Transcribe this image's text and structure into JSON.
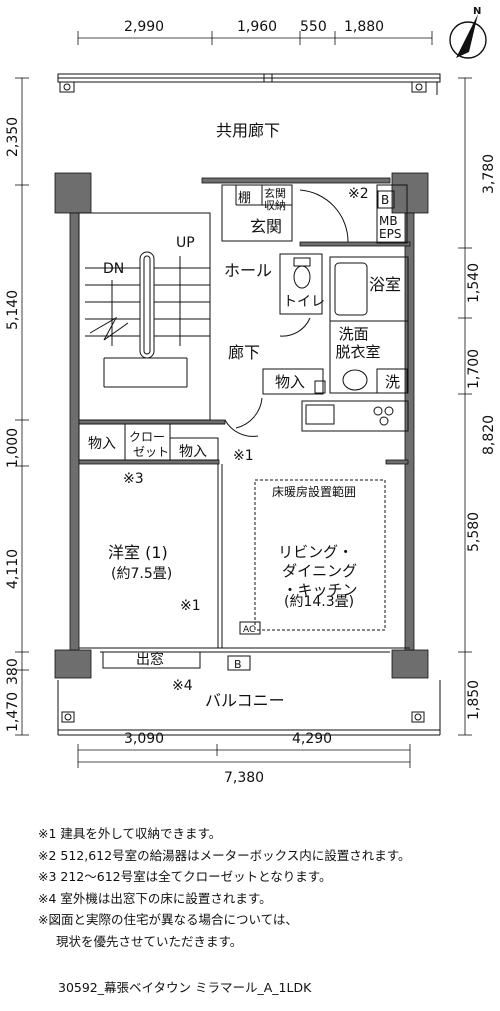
{
  "dims": {
    "top": [
      "2,990",
      "1,960",
      "550",
      "1,880"
    ],
    "left": [
      "2,350",
      "5,140",
      "1,000",
      "4,110",
      "380",
      "1,470"
    ],
    "right": [
      "3,780",
      "1,540",
      "1,700",
      "8,820",
      "5,580",
      "1,850"
    ],
    "bottom": [
      "3,090",
      "4,290"
    ],
    "total": "7,380"
  },
  "rooms": {
    "corridor": "共用廊下",
    "shelf": "棚",
    "entrance_storage": "玄関\n収納",
    "entrance": "玄関",
    "mb_b": "B",
    "mb_eps": "MB\nEPS",
    "note2_mark": "※2",
    "up": "UP",
    "dn": "DN",
    "hall": "ホール",
    "toilet": "トイレ",
    "bath": "浴室",
    "washroom": "洗面\n脱衣室",
    "hallway": "廊下",
    "storage1": "物入",
    "washer": "洗",
    "storage2": "物入",
    "closet": "クロー\nゼット",
    "storage3": "物入",
    "note1_mark_a": "※1",
    "note3_mark": "※3",
    "floor_heating": "床暖房設置範囲",
    "ldk_name": "リビング・\nダイニング\n・キッチン",
    "ldk_size": "(約14.3畳)",
    "western_name": "洋室 (1)",
    "western_size": "(約7.5畳)",
    "note1_mark_b": "※1",
    "ac": "AC",
    "bay_window": "出窓",
    "b_box": "B",
    "note4_mark": "※4",
    "balcony": "バルコニー"
  },
  "colors": {
    "line": "#111111",
    "wall": "#6e6e6e",
    "bg": "#ffffff"
  },
  "icons": [
    "north-arrow-icon"
  ],
  "notes": [
    "※1 建具を外して収納できます。",
    "※2 512,612号室の給湯器はメーターボックス内に設置されます。",
    "※3 212～612号室は全てクローゼットとなります。",
    "※4 室外機は出窓下の床に設置されます。",
    "※図面と実際の住宅が異なる場合については、",
    "現状を優先させていただきます。"
  ],
  "footer": "30592_幕張ベイタウン ミラマール_A_1LDK"
}
